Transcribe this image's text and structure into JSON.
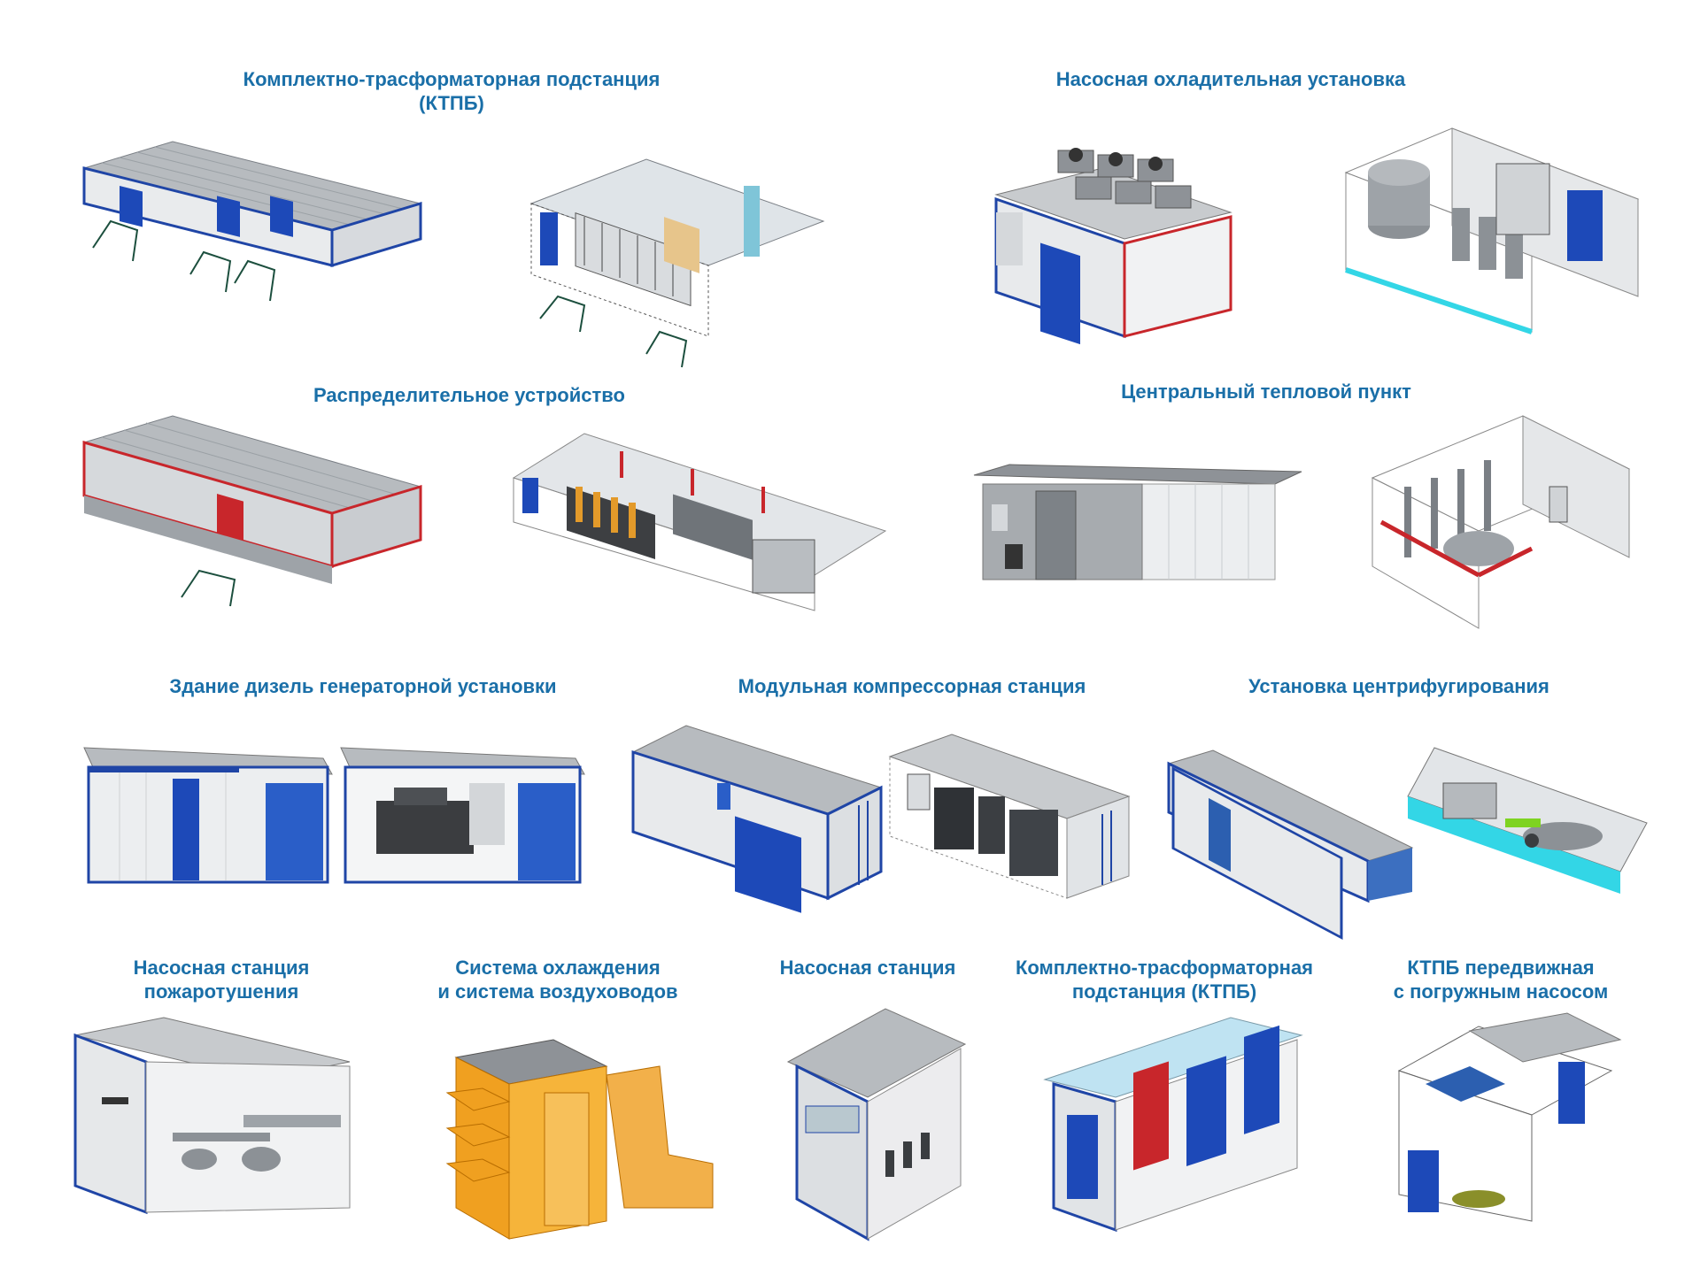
{
  "sections": [
    {
      "id": "ktpb",
      "lines": [
        "Комплектно-трасформаторная подстанция",
        "(КТПБ)"
      ]
    },
    {
      "id": "pump-cooling",
      "lines": [
        "Насосная охладительная установка"
      ]
    },
    {
      "id": "switchgear",
      "lines": [
        "Распределительное устройство"
      ]
    },
    {
      "id": "heat-point",
      "lines": [
        "Центральный тепловой пункт"
      ]
    },
    {
      "id": "diesel",
      "lines": [
        "Здание дизель генераторной установки"
      ]
    },
    {
      "id": "compressor",
      "lines": [
        "Модульная компрессорная станция"
      ]
    },
    {
      "id": "centrifuge",
      "lines": [
        "Установка центрифугирования"
      ]
    },
    {
      "id": "fire-pump",
      "lines": [
        "Насосная станция",
        "пожаротушения"
      ]
    },
    {
      "id": "cooling-ducts",
      "lines": [
        "Система охлаждения",
        "и система воздуховодов"
      ]
    },
    {
      "id": "pump-station",
      "lines": [
        "Насосная станция"
      ]
    },
    {
      "id": "ktpb-2",
      "lines": [
        "Комплектно-трасформаторная",
        "подстанция (КТПБ)"
      ]
    },
    {
      "id": "ktpb-mobile",
      "lines": [
        "КТПБ передвижная",
        "с погружным насосом"
      ]
    }
  ],
  "colors": {
    "title": "#1a6fa8",
    "roof": "#b4b8bc",
    "wall": "#eceef0",
    "frame_blue": "#1f45a6",
    "frame_red": "#c8262b",
    "door_blue": "#1d49b8",
    "equipment_grey": "#8c9196",
    "orange": "#f0a020"
  }
}
